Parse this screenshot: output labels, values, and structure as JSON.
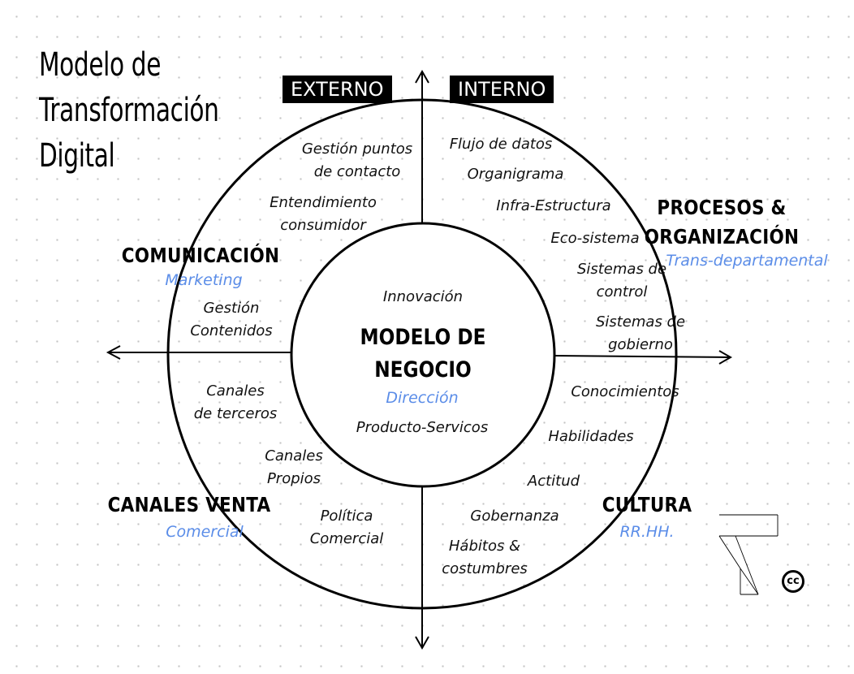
{
  "title": [
    "Modelo de",
    "Transformación",
    "Digital"
  ],
  "axis_tags": {
    "left": "EXTERNO",
    "right": "INTERNO"
  },
  "center": {
    "top_item": "Innovación",
    "title_line1": "MODELO DE",
    "title_line2": "NEGOCIO",
    "subtitle": "Dirección",
    "bottom_item": "Producto-Servicos"
  },
  "quadrants": {
    "comunicacion": {
      "title": "COMUNICACIÓN",
      "subtitle": "Marketing",
      "items": [
        {
          "lines": [
            "Gestión puntos",
            "de contacto"
          ]
        },
        {
          "lines": [
            "Entendimiento",
            "consumidor"
          ]
        },
        {
          "lines": [
            "Gestión",
            "Contenidos"
          ]
        }
      ]
    },
    "procesos": {
      "title_line1": "PROCESOS &",
      "title_line2": "ORGANIZACIÓN",
      "subtitle": "Trans-departamental",
      "items": [
        {
          "lines": [
            "Flujo de datos"
          ]
        },
        {
          "lines": [
            "Organigrama"
          ]
        },
        {
          "lines": [
            "Infra-Estructura"
          ]
        },
        {
          "lines": [
            "Eco-sistema"
          ]
        },
        {
          "lines": [
            "Sistemas de",
            "control"
          ]
        },
        {
          "lines": [
            "Sistemas de",
            "gobierno"
          ]
        }
      ]
    },
    "canales": {
      "title": "CANALES VENTA",
      "subtitle": "Comercial",
      "items": [
        {
          "lines": [
            "Canales",
            "de terceros"
          ]
        },
        {
          "lines": [
            "Canales",
            "Propios"
          ]
        },
        {
          "lines": [
            "Política",
            "Comercial"
          ]
        }
      ]
    },
    "cultura": {
      "title": "CULTURA",
      "subtitle": "RR.HH.",
      "items": [
        {
          "lines": [
            "Conocimientos"
          ]
        },
        {
          "lines": [
            "Habilidades"
          ]
        },
        {
          "lines": [
            "Actitud"
          ]
        },
        {
          "lines": [
            "Gobernanza"
          ]
        },
        {
          "lines": [
            "Hábitos &",
            "costumbres"
          ]
        }
      ]
    }
  },
  "logos": {
    "license": "cc"
  }
}
